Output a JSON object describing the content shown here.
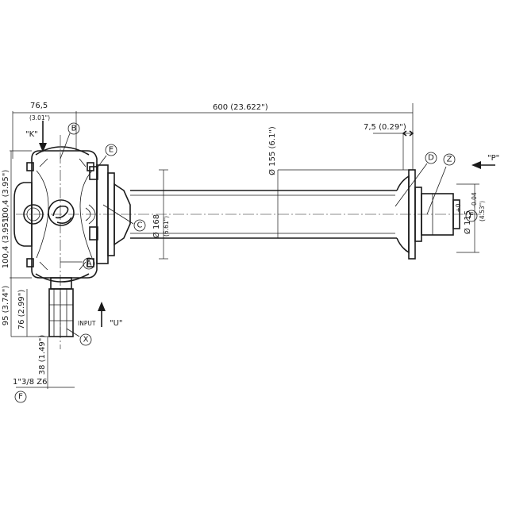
{
  "dimensions": {
    "top_left_width": "76,5",
    "top_left_width_in": "(3.01\")",
    "overall_length": "600 (23.622\")",
    "flange_offset": "7,5 (0.29\")",
    "upper_half_height": "100,4 (3.95\")",
    "lower_half_height": "100,4 (3.95\")",
    "input_height": "95 (3.74\")",
    "input_shaft_length": "76 (2.99\")",
    "input_stub_length": "38 (1.49\")",
    "tube_diameter": "Ø 155 (6.1\")",
    "flange_diameter": "Ø 168",
    "flange_diameter_in": "(6.61\")",
    "output_diameter": "Ø 115",
    "output_tol_upper": "+0",
    "output_tol_lower": "-0.04",
    "output_diameter_in": "(4.53\")",
    "spline": "1\"3/8 Z6"
  },
  "views": {
    "k_label": "\"K\"",
    "p_label": "\"P\"",
    "u_label": "\"U\"",
    "input_label": "INPUT"
  },
  "callouts": {
    "a": "A",
    "b": "B",
    "c": "C",
    "d": "D",
    "e": "E",
    "x": "X",
    "z": "Z",
    "f1": "F",
    "f2": "F"
  }
}
